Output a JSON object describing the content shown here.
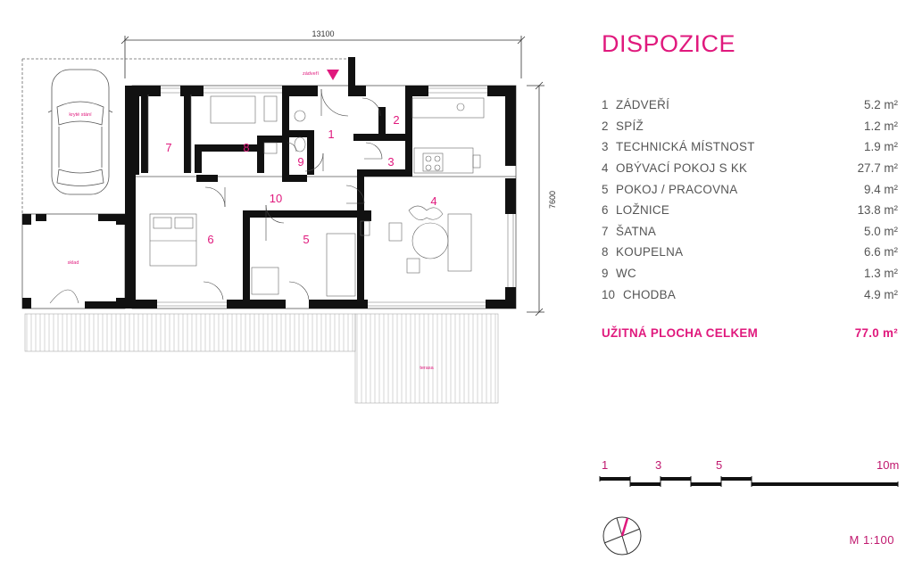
{
  "title": "DISPOZICE",
  "rooms": [
    {
      "num": "1",
      "name": "ZÁDVEŘÍ",
      "area": "5.2 m²"
    },
    {
      "num": "2",
      "name": "SPÍŽ",
      "area": "1.2 m²"
    },
    {
      "num": "3",
      "name": "TECHNICKÁ MÍSTNOST",
      "area": "1.9 m²"
    },
    {
      "num": "4",
      "name": "OBÝVACÍ POKOJ S KK",
      "area": "27.7 m²"
    },
    {
      "num": "5",
      "name": "POKOJ / PRACOVNA",
      "area": "9.4 m²"
    },
    {
      "num": "6",
      "name": "LOŽNICE",
      "area": "13.8 m²"
    },
    {
      "num": "7",
      "name": "ŠATNA",
      "area": "5.0 m²"
    },
    {
      "num": "8",
      "name": "KOUPELNA",
      "area": "6.6 m²"
    },
    {
      "num": "9",
      "name": "WC",
      "area": "1.3 m²"
    },
    {
      "num": "10",
      "name": "CHODBA",
      "area": "4.9 m²"
    }
  ],
  "total": {
    "label": "UŽITNÁ PLOCHA CELKEM",
    "area": "77.0 m²"
  },
  "scale_bar": {
    "labels": [
      "1",
      "3",
      "5",
      "10m"
    ]
  },
  "scale": "M 1:100",
  "plan": {
    "dim_width": "13100",
    "dim_height": "7600",
    "entrance_label": "zádveří",
    "carport_label": "kryté stání",
    "storage_label": "sklad",
    "terrace_label": "terasa",
    "room_labels": [
      "1",
      "2",
      "3",
      "4",
      "5",
      "6",
      "7",
      "8",
      "9",
      "10"
    ]
  },
  "colors": {
    "accent": "#e0197d",
    "wall": "#111111",
    "line": "#555555"
  }
}
